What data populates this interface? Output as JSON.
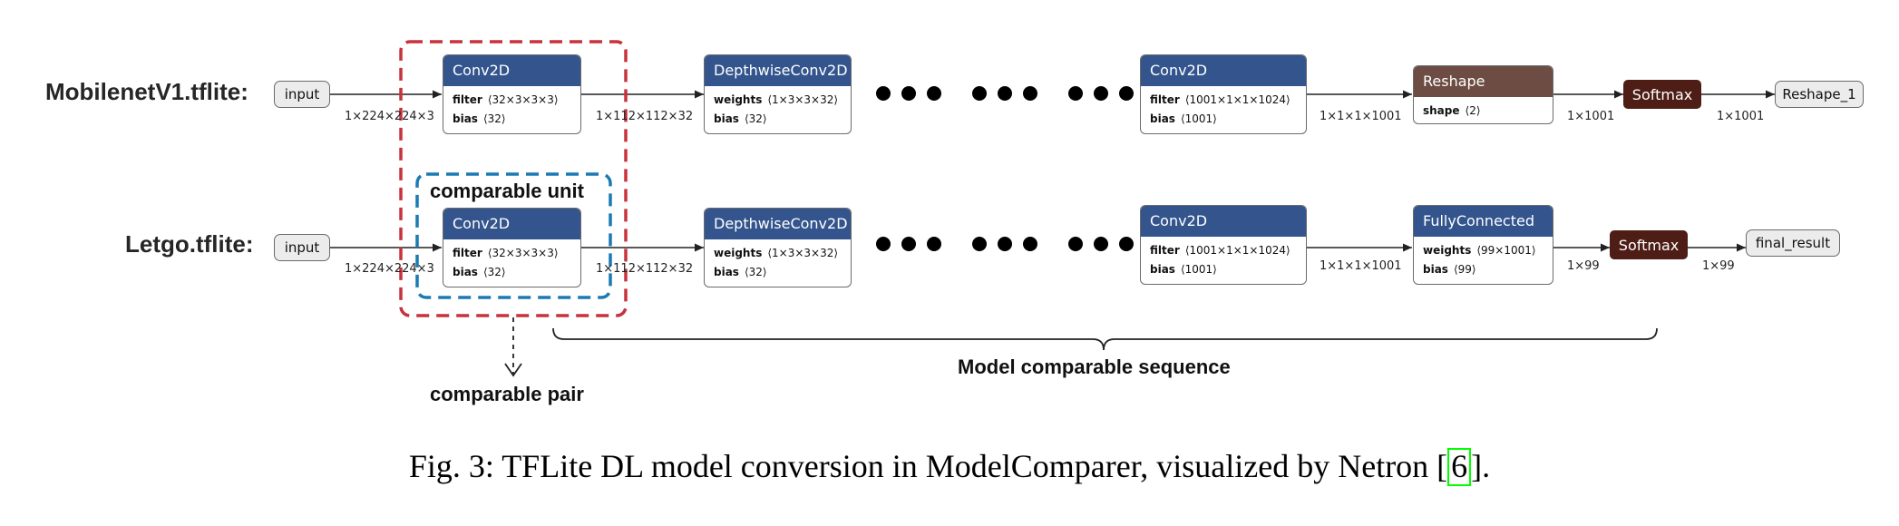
{
  "rows": [
    {
      "model_label": "MobilenetV1.tflite:",
      "input_label": "input",
      "ops": [
        {
          "name": "Conv2D",
          "attrs": [
            {
              "k": "filter",
              "v": "⟨32×3×3×3⟩"
            },
            {
              "k": "bias",
              "v": "⟨32⟩"
            }
          ]
        },
        {
          "name": "DepthwiseConv2D",
          "attrs": [
            {
              "k": "weights",
              "v": "⟨1×3×3×32⟩"
            },
            {
              "k": "bias",
              "v": "⟨32⟩"
            }
          ]
        },
        {
          "name": "Conv2D",
          "attrs": [
            {
              "k": "filter",
              "v": "⟨1001×1×1×1024⟩"
            },
            {
              "k": "bias",
              "v": "⟨1001⟩"
            }
          ]
        },
        {
          "name": "Reshape",
          "attrs": [
            {
              "k": "shape",
              "v": "⟨2⟩"
            }
          ]
        },
        {
          "name": "Softmax"
        }
      ],
      "output_label": "Reshape_1",
      "tensor_shapes": [
        "1×224×224×3",
        "1×112×112×32",
        "1×1×1×1001",
        "1×1001",
        "1×1001"
      ]
    },
    {
      "model_label": "Letgo.tflite:",
      "input_label": "input",
      "ops": [
        {
          "name": "Conv2D",
          "attrs": [
            {
              "k": "filter",
              "v": "⟨32×3×3×3⟩"
            },
            {
              "k": "bias",
              "v": "⟨32⟩"
            }
          ]
        },
        {
          "name": "DepthwiseConv2D",
          "attrs": [
            {
              "k": "weights",
              "v": "⟨1×3×3×32⟩"
            },
            {
              "k": "bias",
              "v": "⟨32⟩"
            }
          ]
        },
        {
          "name": "Conv2D",
          "attrs": [
            {
              "k": "filter",
              "v": "⟨1001×1×1×1024⟩"
            },
            {
              "k": "bias",
              "v": "⟨1001⟩"
            }
          ]
        },
        {
          "name": "FullyConnected",
          "attrs": [
            {
              "k": "weights",
              "v": "⟨99×1001⟩"
            },
            {
              "k": "bias",
              "v": "⟨99⟩"
            }
          ]
        },
        {
          "name": "Softmax"
        }
      ],
      "output_label": "final_result",
      "tensor_shapes": [
        "1×224×224×3",
        "1×112×112×32",
        "1×1×1×1001",
        "1×99",
        "1×99"
      ]
    }
  ],
  "annotations": {
    "unit": "comparable unit",
    "pair": "comparable pair",
    "sequence": "Model comparable sequence"
  },
  "caption": {
    "text": "Fig. 3: TFLite DL model conversion in ModelComparer, visualized by Netron [",
    "ref": "6",
    "suffix": "]."
  },
  "colors": {
    "op_header": "#33548c",
    "reshape_header": "#6d4c43",
    "softmax": "#4e1e16",
    "pair_box": "#c8323c",
    "unit_box": "#1b7ab3",
    "ref_box": "#00ff00"
  }
}
